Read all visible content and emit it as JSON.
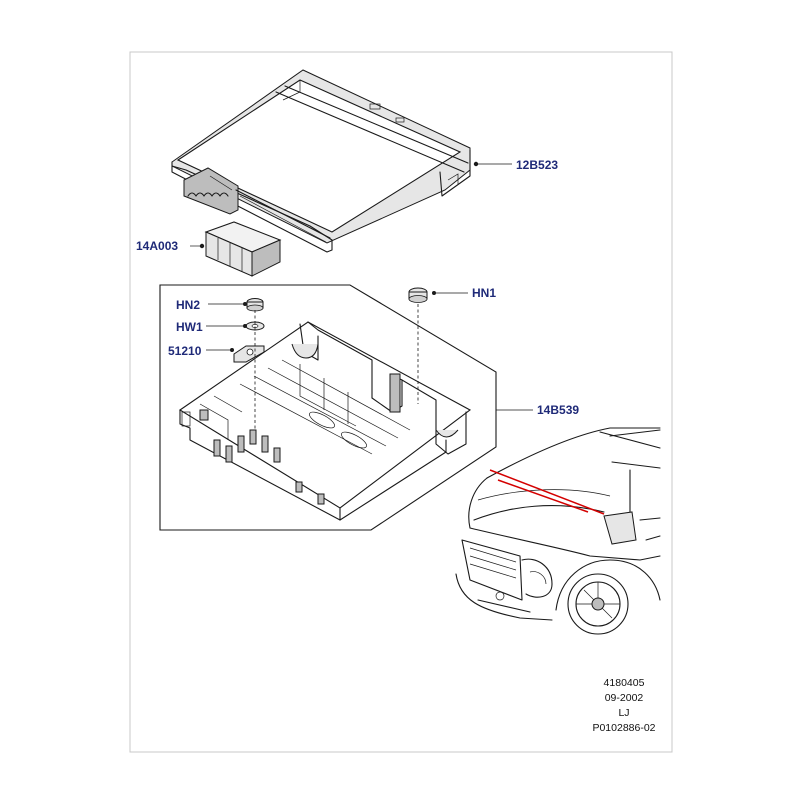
{
  "callouts": {
    "cover": "12B523",
    "module": "14A003",
    "nut_top": "HN1",
    "nut": "HN2",
    "washer": "HW1",
    "clip": "51210",
    "tray": "14B539"
  },
  "footer": {
    "line1": "4180405",
    "line2": "09-2002",
    "line3": "LJ",
    "line4": "P0102886-02"
  },
  "colors": {
    "label": "#1f2a78",
    "frame_border": "#c8c8c8",
    "highlight": "#d40000"
  }
}
